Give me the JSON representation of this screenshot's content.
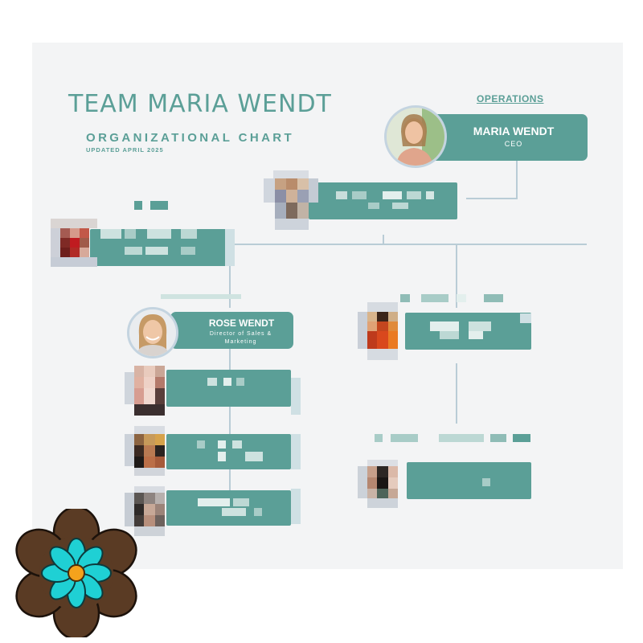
{
  "header": {
    "title": "TEAM MARIA WENDT",
    "subtitle": "ORGANIZATIONAL CHART",
    "updated": "UPDATED APRIL 2025"
  },
  "department": {
    "label": "OPERATIONS"
  },
  "nodes": {
    "ceo": {
      "name": "MARIA WENDT",
      "role": "CEO"
    },
    "director": {
      "name": "ROSE WENDT",
      "role": "Director of Sales & Marketing"
    }
  },
  "colors": {
    "teal": "#5b9f97",
    "connector": "#b9ccd6",
    "background": "#f3f4f5",
    "flower_petals": "#5a3b24",
    "flower_center": "#1fd0d4",
    "flower_core": "#f4a21c"
  }
}
